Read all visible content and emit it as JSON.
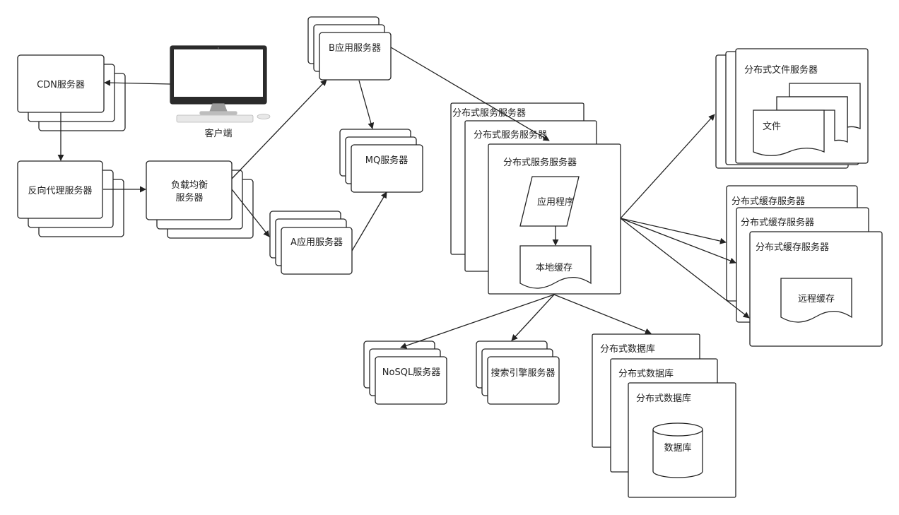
{
  "nodes": {
    "client": "客户端",
    "cdn": "CDN服务器",
    "reverse_proxy": "反向代理服务器",
    "load_balancer": [
      "负载均衡",
      "服务器"
    ],
    "b_app": "B应用服务器",
    "a_app": "A应用服务器",
    "mq": "MQ服务器",
    "dist_service": "分布式服务服务器",
    "app_program": "应用程序",
    "local_cache": "本地缓存",
    "dist_file": "分布式文件服务器",
    "file": "文件",
    "dist_cache": "分布式缓存服务器",
    "remote_cache": "远程缓存",
    "nosql": "NoSQL服务器",
    "search": "搜索引擎服务器",
    "dist_db": "分布式数据库",
    "db": "数据库"
  },
  "colors": {
    "stroke": "#222222",
    "fill": "#ffffff",
    "monitor_bezel": "#2b2b2b",
    "monitor_stand": "#9a9a9a"
  }
}
